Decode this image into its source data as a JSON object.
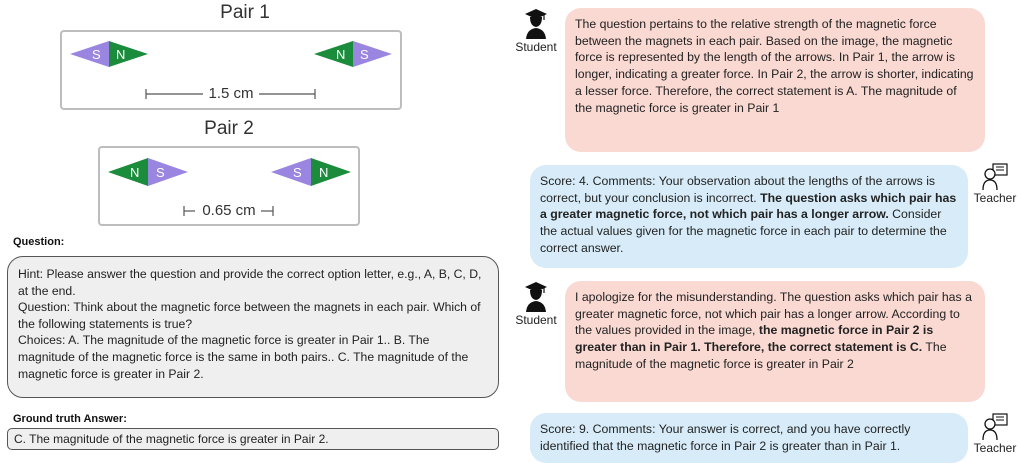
{
  "pair1": {
    "title": "Pair 1",
    "distance": "1.5 cm",
    "left_magnet": [
      "S",
      "N"
    ],
    "right_magnet": [
      "N",
      "S"
    ]
  },
  "pair2": {
    "title": "Pair 2",
    "distance": "0.65 cm",
    "left_magnet": [
      "N",
      "S"
    ],
    "right_magnet": [
      "S",
      "N"
    ]
  },
  "question": {
    "heading": "Question:",
    "text": "Hint: Please answer the question and provide the correct option letter, e.g., A, B, C, D, at the end.\nQuestion: Think about the magnetic force between the magnets in each pair. Which of the following statements is true?\nChoices: A. The magnitude of the magnetic force is greater in Pair 1.. B. The magnitude of the magnetic force is the same in both pairs.. C. The magnitude of the magnetic force is greater in Pair 2."
  },
  "ground_truth": {
    "heading": "Ground truth Answer:",
    "text": "C. The magnitude of the magnetic force is greater in Pair 2."
  },
  "roles": {
    "student": "Student",
    "teacher": "Teacher"
  },
  "colors": {
    "magnet_green": "#1a8c3c",
    "magnet_purple": "#9a86e0",
    "student_bubble": "#f9d9d2",
    "teacher_bubble": "#d7ecf8"
  },
  "conversation": [
    {
      "role": "Student",
      "text": "The question pertains to the relative strength of the magnetic force between the magnets in each pair. Based on the image, the magnetic force is represented by the length of the arrows. In Pair 1, the arrow is longer, indicating a greater force. In Pair 2, the arrow is shorter, indicating a lesser force. Therefore, the correct statement is A. The magnitude of the magnetic force is greater in Pair 1"
    },
    {
      "role": "Teacher",
      "text_plain_1": "Score: 4. Comments: Your observation about the lengths of the arrows is correct, but your conclusion is incorrect. ",
      "text_bold": "The question asks which pair has a greater magnetic force, not which pair has a longer arrow.",
      "text_plain_2": " Consider the actual values given for the magnetic force in each pair to determine the correct answer."
    },
    {
      "role": "Student",
      "text_plain_1": "I apologize for the misunderstanding. The question asks which pair has a greater magnetic force, not which pair has a longer arrow. According to the values provided in the image, ",
      "text_bold": "the magnetic force in Pair 2 is greater than in Pair 1. Therefore, the correct statement is C.",
      "text_plain_2": " The magnitude of the magnetic force is greater in Pair 2"
    },
    {
      "role": "Teacher",
      "text": "Score: 9. Comments: Your answer is correct, and you have correctly identified that the magnetic force in Pair 2 is greater than in Pair 1."
    }
  ]
}
